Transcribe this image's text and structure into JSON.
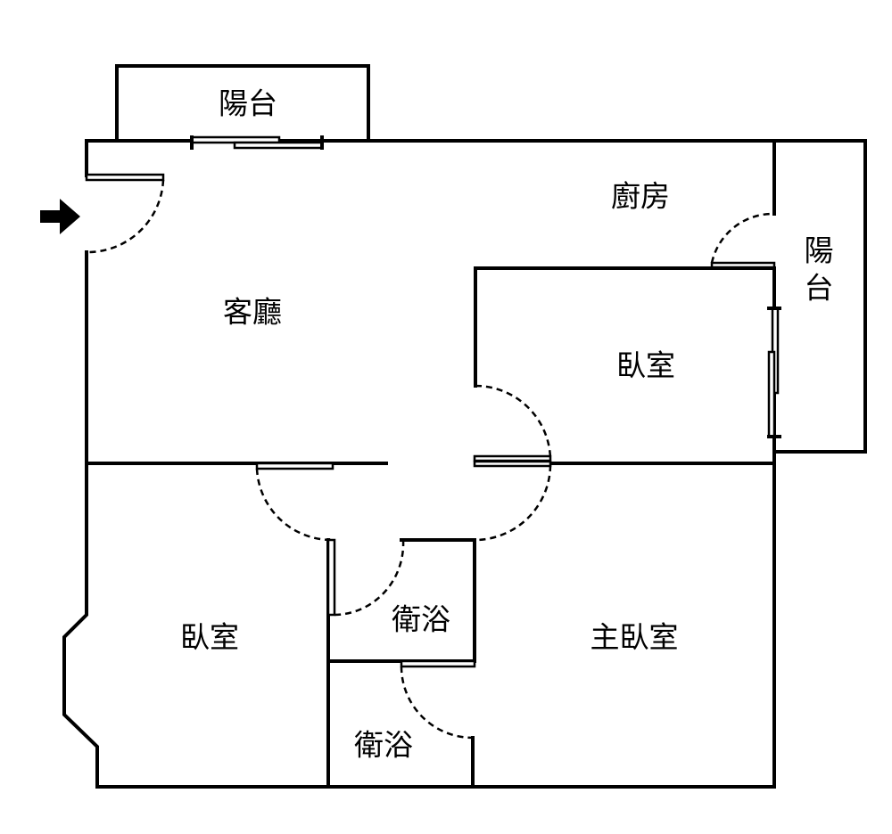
{
  "rooms": {
    "balcony_top": "陽台",
    "kitchen": "廚房",
    "balcony_right_1": "陽",
    "balcony_right_2": "台",
    "living_room": "客廳",
    "bedroom_upper": "臥室",
    "bedroom_left": "臥室",
    "bathroom_1": "衛浴",
    "master_bedroom": "主臥室",
    "bathroom_2": "衛浴"
  },
  "icons": {
    "entrance": "entrance-arrow-icon"
  },
  "colors": {
    "line": "#000000",
    "background": "#ffffff"
  }
}
